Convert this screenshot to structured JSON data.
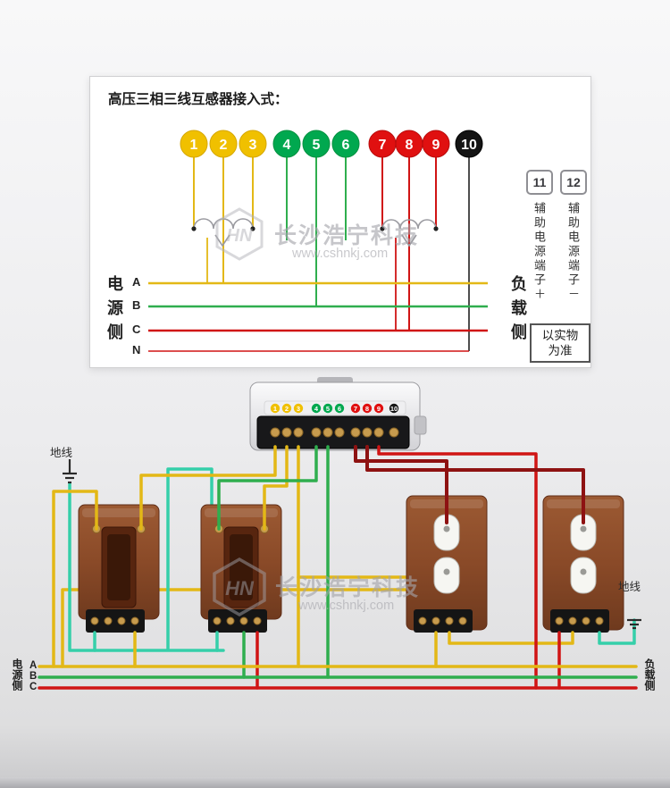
{
  "schematic": {
    "title": "高压三相三线互感器接入式：",
    "terminals": [
      "1",
      "2",
      "3",
      "4",
      "5",
      "6",
      "7",
      "8",
      "9",
      "10"
    ],
    "terminal_color_groups": [
      {
        "numbers": [
          "1",
          "2",
          "3"
        ],
        "color": "#f0c000"
      },
      {
        "numbers": [
          "4",
          "5",
          "6"
        ],
        "color": "#00a84f"
      },
      {
        "numbers": [
          "7",
          "8",
          "9"
        ],
        "color": "#e01010"
      },
      {
        "numbers": [
          "10"
        ],
        "color": "#141414"
      }
    ],
    "source_side": "电源侧",
    "load_side": "负载侧",
    "phase_labels": [
      "A",
      "B",
      "C",
      "N"
    ],
    "aux_terminals": [
      {
        "number": "11",
        "label": "辅助电源端子＋"
      },
      {
        "number": "12",
        "label": "辅助电源端子－"
      }
    ],
    "note_line1": "以实物",
    "note_line2": "为准"
  },
  "watermark": {
    "logo": "HN",
    "name": "长沙浩宁科技",
    "url": "www.cshnkj.com"
  },
  "photo": {
    "meter_terminals": [
      "1",
      "2",
      "3",
      "4",
      "5",
      "6",
      "7",
      "8",
      "9",
      "10"
    ],
    "ground_left": "地线",
    "ground_right": "地线",
    "source_side": "电源侧",
    "load_side": "负载侧",
    "phases": [
      "A",
      "B",
      "C"
    ]
  },
  "colors": {
    "phase_a_yellow": "#e3b816",
    "phase_b_green": "#2fae4e",
    "phase_c_red": "#d01414",
    "neutral_black": "#141414",
    "aux_wire_dark_red": "#8e1212",
    "ground_teal": "#35cfa9",
    "transformer_brown": "#8a4a28"
  }
}
